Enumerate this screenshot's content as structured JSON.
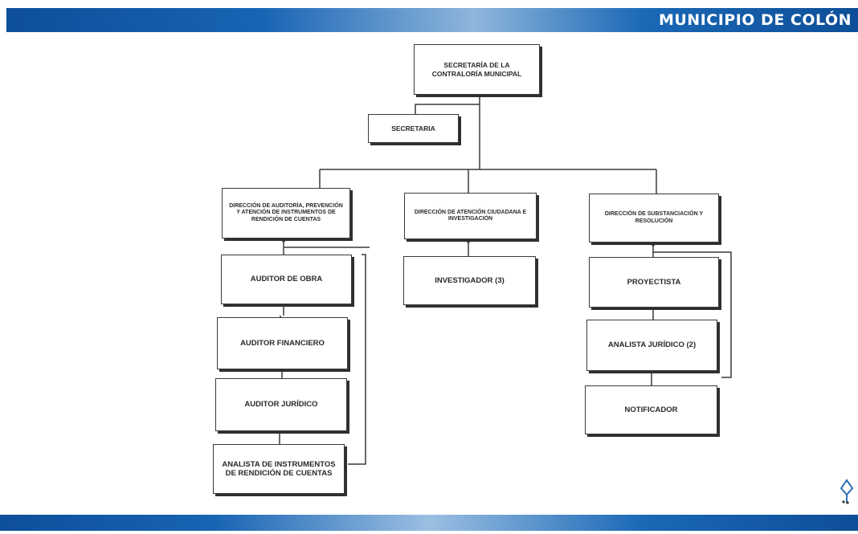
{
  "header": {
    "title": "MUNICIPIO DE COLÓN"
  },
  "org_chart": {
    "top": "SECRETARÍA DE LA CONTRALORÍA MUNICIPAL",
    "assistant": "SECRETARIA",
    "directions": [
      {
        "title": "DIRECCIÓN DE AUDITORÍA, PREVENCIÓN Y ATENCIÓN DE INSTRUMENTOS DE RENDICIÓN DE CUENTAS",
        "staff": [
          "AUDITOR DE OBRA",
          "AUDITOR FINANCIERO",
          "AUDITOR JURÍDICO",
          "ANALISTA DE INSTRUMENTOS DE RENDICIÓN DE CUENTAS"
        ]
      },
      {
        "title": "DIRECCIÓN DE ATENCIÓN CIUDADANA E INVESTIGACIÓN",
        "staff": [
          "INVESTIGADOR (3)"
        ]
      },
      {
        "title": "DIRECCIÓN DE SUBSTANCIACIÓN Y RESOLUCIÓN",
        "staff": [
          "PROYECTISTA",
          "ANALISTA JURÍDICO (2)",
          "NOTIFICADOR"
        ]
      }
    ]
  },
  "colors": {
    "band_dark": "#0d4f9a",
    "band_light": "#8fb6dc",
    "line": "#3a3a3a"
  }
}
